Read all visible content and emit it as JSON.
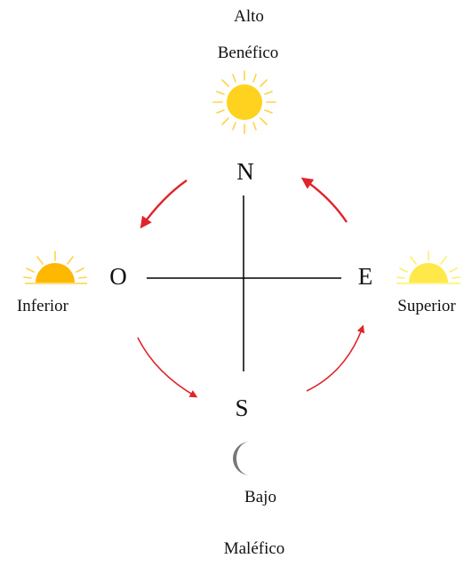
{
  "labels": {
    "alto": "Alto",
    "benefico": "Benéfico",
    "north": "N",
    "south": "S",
    "east": "E",
    "west": "O",
    "inferior": "Inferior",
    "superior": "Superior",
    "bajo": "Bajo",
    "malefico": "Maléfico"
  },
  "icons": {
    "top": "sun-icon",
    "left": "half-sun-icon",
    "right": "half-sun-icon",
    "bottom": "crescent-moon-icon"
  },
  "colors": {
    "sun_full": "#ffd21f",
    "sun_full_rays": "#ffd24a",
    "sun_left": "#ffb800",
    "sun_left_rays": "#ffd34a",
    "sun_right": "#ffe94a",
    "sun_right_rays": "#fff06a",
    "moon": "#777777",
    "arrow": "#e0242b",
    "axis": "#000000"
  }
}
